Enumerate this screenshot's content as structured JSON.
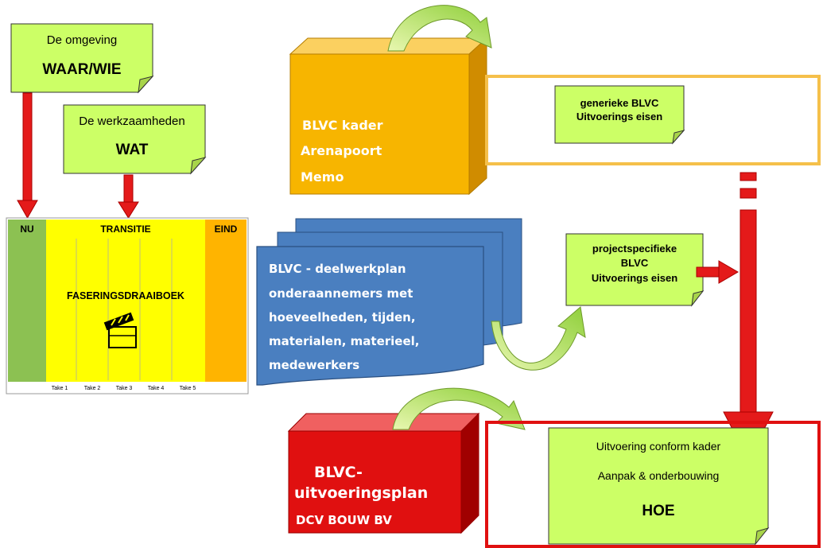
{
  "environment_box": {
    "line1": "De omgeving",
    "line2": "WAAR/WIE"
  },
  "work_box": {
    "line1": "De werkzaamheden",
    "line2": "WAT"
  },
  "transition_panel": {
    "nu": "NU",
    "transitie": "TRANSITIE",
    "eind": "EIND",
    "center_label": "FASERINGSDRAAIBOEK",
    "takes": [
      "Take 1",
      "Take 2",
      "Take 3",
      "Take 4",
      "Take 5"
    ]
  },
  "kader_cube": {
    "line1": "BLVC kader",
    "line2": "Arenapoort",
    "line3": "Memo"
  },
  "generic_box": {
    "line1": "generieke BLVC",
    "line2": "Uitvoerings eisen"
  },
  "document_stack": {
    "lines": [
      "BLVC - deelwerkplan",
      "onderaannemers met",
      "hoeveelheden, tijden,",
      "materialen, materieel,",
      "medewerkers"
    ]
  },
  "project_box": {
    "line1": "projectspecifieke",
    "line2": "BLVC",
    "line3": "Uitvoerings eisen"
  },
  "plan_cube": {
    "line1": "BLVC-",
    "line2": "uitvoeringsplan",
    "line3": "DCV BOUW BV"
  },
  "result_box": {
    "line1": "Uitvoering conform kader",
    "line2": "Aanpak & onderbouwing",
    "line3": "HOE"
  },
  "colors": {
    "note_green": "#ccff66",
    "panel_yellow": "#ffff00",
    "nu_green": "#8cc152",
    "eind_orange": "#ffb400",
    "cube_orange": "#f7b500",
    "doc_blue": "#4a7fc0",
    "cube_red": "#e01010",
    "arrow_red": "#e41a1a",
    "curve_green": "#a6dd55",
    "frame_orange": "#f5c04a",
    "frame_red": "#e01010"
  }
}
